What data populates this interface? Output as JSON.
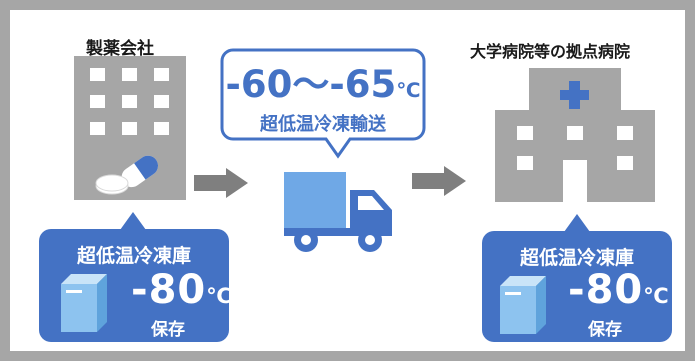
{
  "source": {
    "label": "製薬会社"
  },
  "destination": {
    "label": "大学病院等の拠点病院"
  },
  "transport": {
    "temperature": "-60～-65",
    "unit": "℃",
    "label": "超低温冷凍輸送"
  },
  "storage_left": {
    "title": "超低温冷凍庫",
    "temperature": "-80",
    "unit": "℃",
    "action": "保存"
  },
  "storage_right": {
    "title": "超低温冷凍庫",
    "temperature": "-80",
    "unit": "℃",
    "action": "保存"
  },
  "colors": {
    "accent_blue": "#4472c4",
    "light_blue": "#6fa8e6",
    "building_gray": "#a6a6a6",
    "arrow_gray": "#7f7f7f",
    "freezer_blue": "#8dc3ef"
  }
}
